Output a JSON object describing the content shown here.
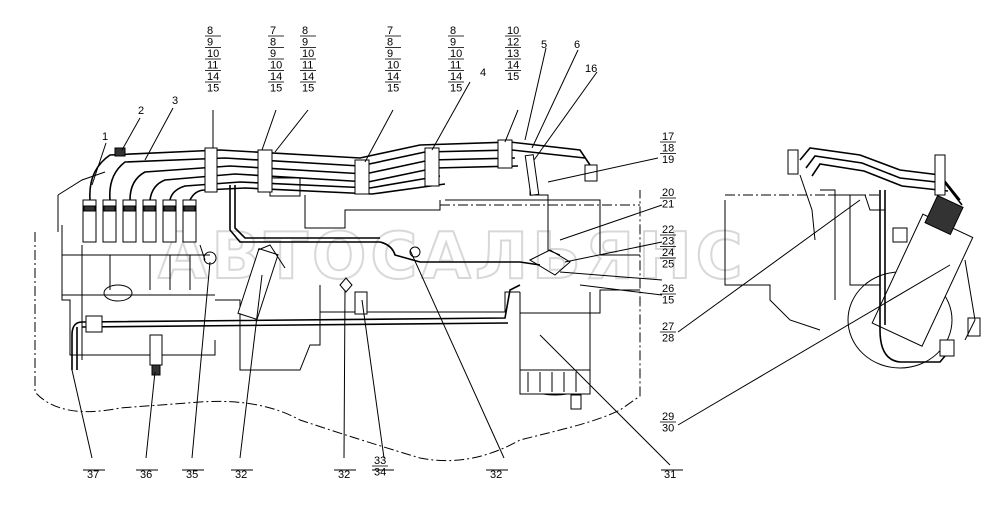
{
  "watermark": "АВТОСАЛЬЯНС",
  "callouts": [
    {
      "id": "c1",
      "text": "1"
    },
    {
      "id": "c2",
      "text": "2"
    },
    {
      "id": "c3",
      "text": "3"
    },
    {
      "id": "c4",
      "text": "4"
    },
    {
      "id": "c5",
      "text": "5"
    },
    {
      "id": "c6",
      "text": "6"
    },
    {
      "id": "c16",
      "text": "16"
    },
    {
      "id": "c31",
      "text": "31"
    },
    {
      "id": "c35",
      "text": "35"
    },
    {
      "id": "c36",
      "text": "36"
    },
    {
      "id": "c37",
      "text": "37"
    },
    {
      "id": "c32a",
      "text": "32"
    },
    {
      "id": "c32b",
      "text": "32"
    },
    {
      "id": "c32c",
      "text": "32"
    }
  ],
  "stacks": [
    {
      "id": "s1",
      "items": [
        "8",
        "9",
        "10",
        "11",
        "14",
        "15"
      ]
    },
    {
      "id": "s2",
      "items": [
        "7",
        "8",
        "9",
        "10",
        "14",
        "15"
      ]
    },
    {
      "id": "s3",
      "items": [
        "8",
        "9",
        "10",
        "11",
        "14",
        "15"
      ]
    },
    {
      "id": "s4",
      "items": [
        "7",
        "8",
        "9",
        "10",
        "14",
        "15"
      ]
    },
    {
      "id": "s5",
      "items": [
        "8",
        "9",
        "10",
        "11",
        "14",
        "15"
      ]
    },
    {
      "id": "s6",
      "items": [
        "10",
        "12",
        "13",
        "14",
        "15"
      ]
    },
    {
      "id": "s7",
      "items": [
        "17",
        "18",
        "19"
      ]
    },
    {
      "id": "s8",
      "items": [
        "20",
        "21"
      ]
    },
    {
      "id": "s9",
      "items": [
        "22",
        "23",
        "24",
        "25"
      ]
    },
    {
      "id": "s10",
      "items": [
        "26",
        "15"
      ]
    },
    {
      "id": "s11",
      "items": [
        "27",
        "28"
      ]
    },
    {
      "id": "s12",
      "items": [
        "29",
        "30"
      ]
    },
    {
      "id": "s13",
      "items": [
        "33",
        "34"
      ]
    }
  ]
}
